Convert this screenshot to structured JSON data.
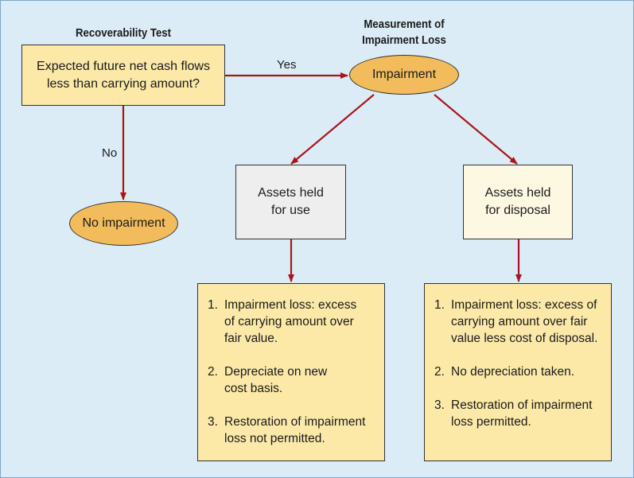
{
  "headings": {
    "recoverability": "Recoverability Test",
    "measurement": "Measurement of\nImpairment Loss"
  },
  "nodes": {
    "question": "Expected future net cash flows\nless than carrying amount?",
    "impairment": "Impairment",
    "no_impairment": "No impairment",
    "held_for_use": "Assets held\nfor use",
    "held_for_disposal": "Assets held\nfor disposal"
  },
  "edge_labels": {
    "yes": "Yes",
    "no": "No"
  },
  "held_for_use_items": [
    {
      "num": "1.",
      "text": "Impairment loss: excess\nof carrying amount over\nfair value."
    },
    {
      "num": "2.",
      "text": "Depreciate on new\ncost basis."
    },
    {
      "num": "3.",
      "text": "Restoration of impairment\nloss not permitted."
    }
  ],
  "held_for_disposal_items": [
    {
      "num": "1.",
      "text": "Impairment loss: excess of\ncarrying amount over fair\nvalue less cost of disposal."
    },
    {
      "num": "2.",
      "text": "No depreciation taken."
    },
    {
      "num": "3.",
      "text": "Restoration of impairment\nloss permitted."
    }
  ],
  "colors": {
    "background": "#dcecf7",
    "box_yellow": "#fce9a8",
    "oval_orange": "#f2bc5c",
    "box_gray": "#eeeeee",
    "box_cream": "#fcf8e2",
    "arrow_red": "#a8151b"
  }
}
